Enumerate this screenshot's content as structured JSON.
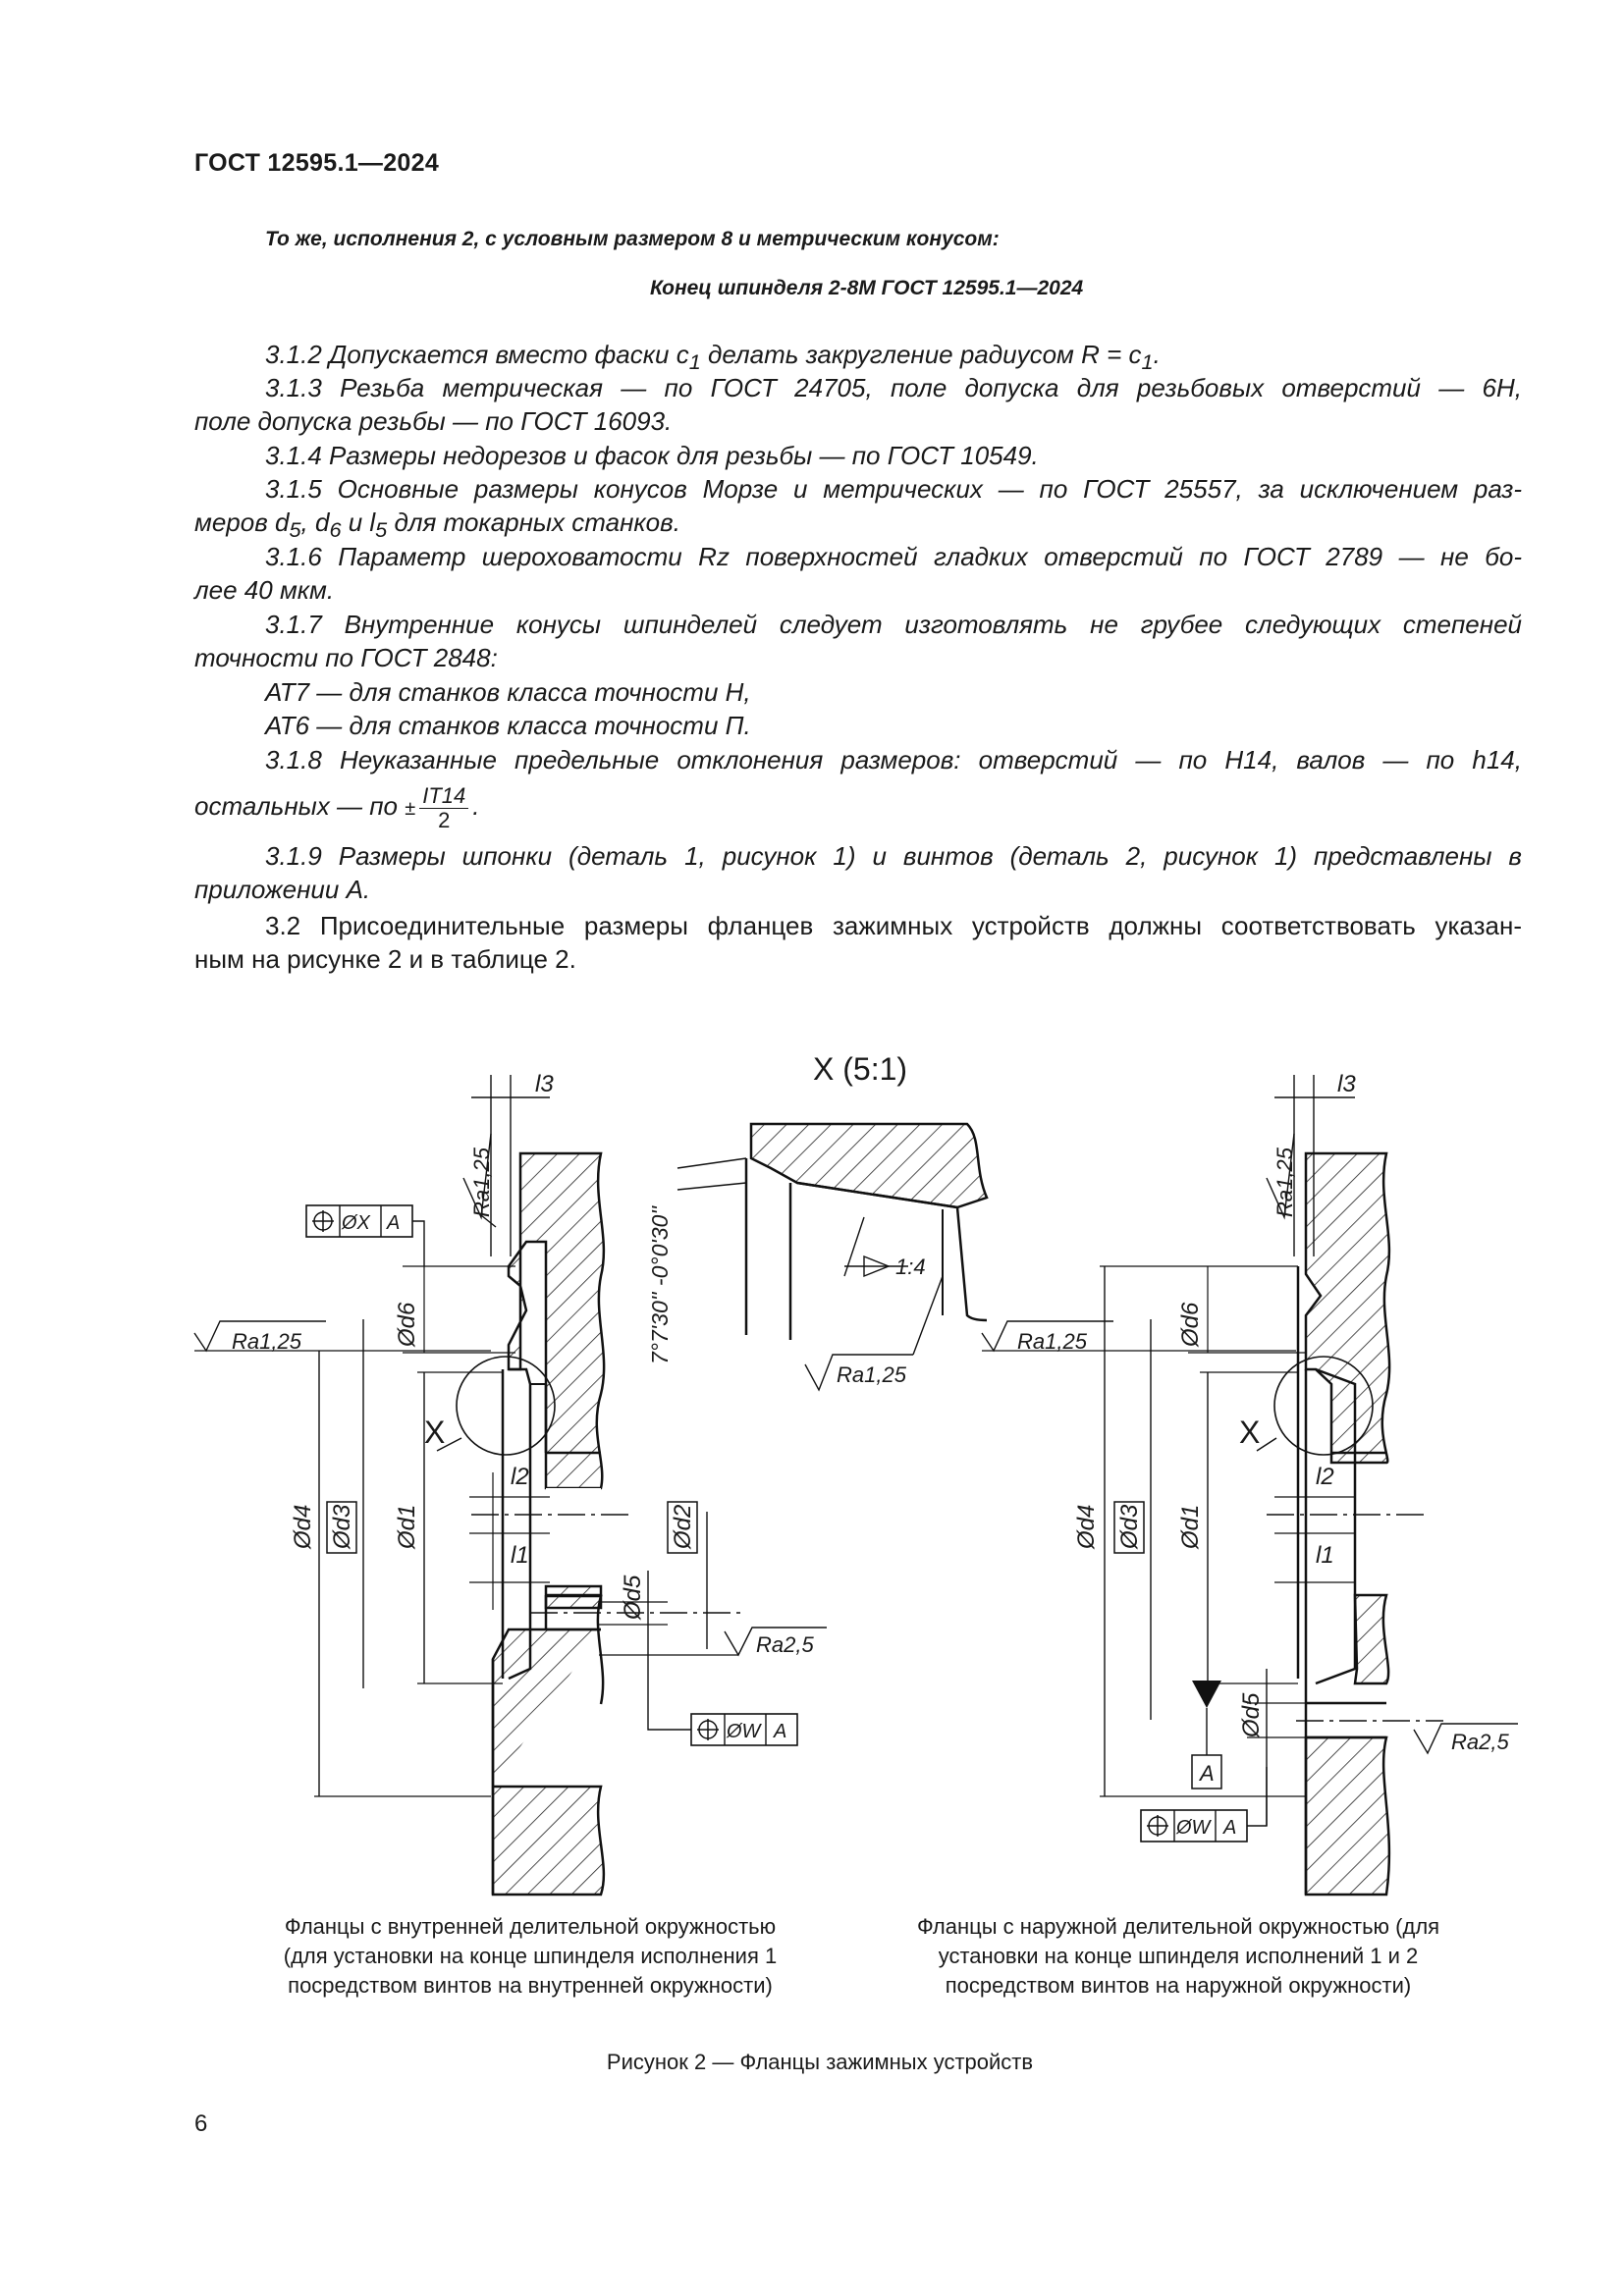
{
  "header": "ГОСТ 12595.1—2024",
  "example": {
    "line1": "То же, исполнения 2, с условным размером 8 и метрическим конусом:",
    "line2": "Конец шпинделя 2-8М ГОСТ 12595.1—2024"
  },
  "paragraphs": {
    "p312": {
      "a": "3.1.2 Допускается вместо фаски c",
      "b": "1",
      "c": " делать закругление радиусом R = c",
      "d": "1",
      "e": "."
    },
    "p313_1": "3.1.3 Резьба метрическая — по ГОСТ 24705, поле допуска для резьбовых отверстий — 6H,",
    "p313_2": "поле допуска резьбы — по ГОСТ 16093.",
    "p314": "3.1.4 Размеры недорезов и фасок для резьбы — по ГОСТ 10549.",
    "p315_1": "3.1.5 Основные размеры конусов Морзе и метрических — по ГОСТ 25557, за исключением раз-",
    "p315_2": {
      "a": "меров d",
      "b": "5",
      "c": ", d",
      "d": "6",
      "e": " и l",
      "f": "5",
      "g": " для токарных станков."
    },
    "p316_1": "3.1.6 Параметр шероховатости Rz поверхностей гладких отверстий по ГОСТ 2789 — не бо-",
    "p316_2": "лее 40 мкм.",
    "p317_1": "3.1.7 Внутренние конусы шпинделей следует изготовлять не грубее следующих степеней",
    "p317_2": "точности по ГОСТ 2848:",
    "p317_3": "АТ7 — для станков класса точности Н,",
    "p317_4": "АТ6 — для станков класса точности П.",
    "p318_1": "3.1.8 Неуказанные предельные отклонения размеров: отверстий — по H14, валов — по h14,",
    "p318_2": {
      "a": "остальных — по",
      "pm": "±",
      "num": "IT14",
      "den": "2",
      "end": "."
    },
    "p319_1": "3.1.9 Размеры шпонки (деталь 1, рисунок 1) и винтов (деталь 2, рисунок 1) представлены в",
    "p319_2": "приложении А.",
    "p32_1": "3.2 Присоединительные размеры фланцев зажимных устройств должны соответствовать указан-",
    "p32_2": "ным на рисунке 2 и в таблице 2."
  },
  "figure": {
    "detail_title": "X (5:1)",
    "taper_angle": "7°7'30'' -0°0'30''",
    "taper_ratio": "1:4",
    "ra125": "Ra1,25",
    "ra25": "Ra2,5",
    "x_label": "X",
    "datum_a": "A",
    "frame_x": "ØX",
    "frame_w": "ØW",
    "dims": {
      "l1": "l1",
      "l2": "l2",
      "l3": "l3",
      "d1": "Ød1",
      "d2": "Ød2",
      "d3": "Ød3",
      "d4": "Ød4",
      "d5": "Ød5",
      "d6": "Ød6"
    },
    "left_caption": [
      "Фланцы с внутренней делительной окружностью",
      "(для установки на конце шпинделя исполнения 1",
      "посредством винтов на внутренней окружности)"
    ],
    "right_caption": [
      "Фланцы с наружной делительной окружностью (для",
      "установки на конце шпинделя исполнений 1 и 2",
      "посредством винтов на наружной окружности)"
    ],
    "caption": "Рисунок 2 — Фланцы зажимных устройств"
  },
  "page_number": "6"
}
